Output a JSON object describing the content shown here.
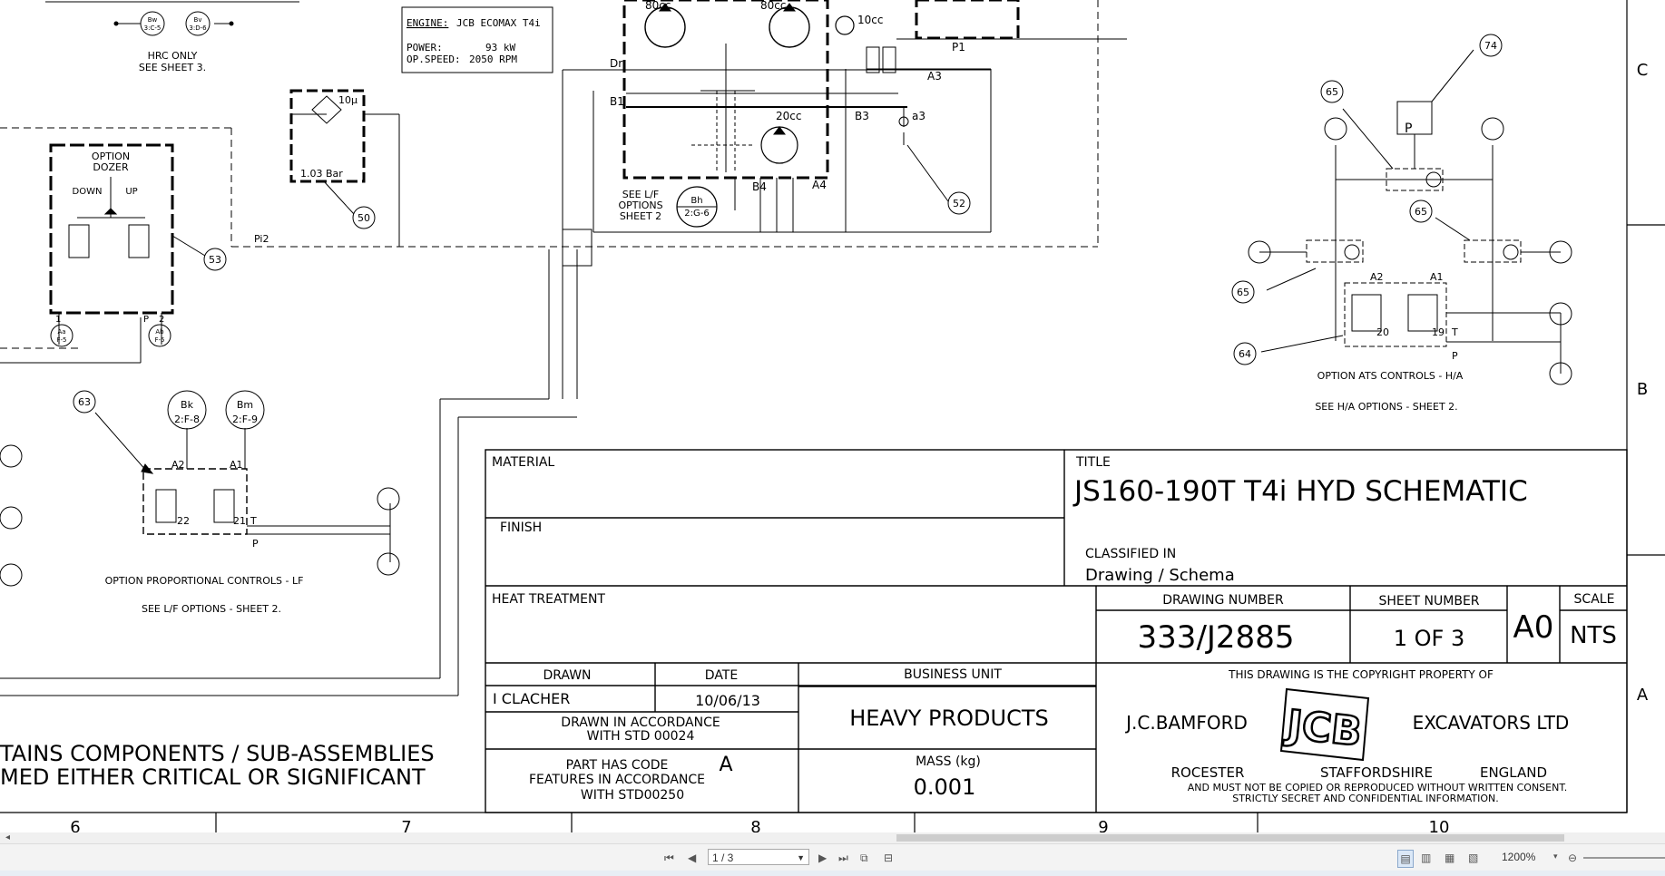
{
  "title_block": {
    "material_label": "MATERIAL",
    "finish_label": "FINISH",
    "heat_treatment_label": "HEAT TREATMENT",
    "title_label": "TITLE",
    "title_value": "JS160-190T T4i HYD SCHEMATIC",
    "classified_label": "CLASSIFIED IN",
    "classified_value": "Drawing / Schema",
    "drawing_number_label": "DRAWING NUMBER",
    "drawing_number": "333/J2885",
    "sheet_number_label": "SHEET NUMBER",
    "sheet_number": "1 OF 3",
    "size": "A0",
    "scale_label": "SCALE",
    "scale": "NTS",
    "drawn_label": "DRAWN",
    "drawn_by": "I CLACHER",
    "date_label": "DATE",
    "date": "10/06/13",
    "business_unit_label": "BUSINESS UNIT",
    "business_unit": "HEAVY PRODUCTS",
    "drawn_accordance_1": "DRAWN IN ACCORDANCE",
    "drawn_accordance_2": "WITH STD 00024",
    "part_code_1": "PART HAS CODE",
    "part_code_letter": "A",
    "part_code_2": "FEATURES IN ACCORDANCE",
    "part_code_3": "WITH STD00250",
    "mass_label": "MASS (kg)",
    "mass_value": "0.001",
    "copyright_1": "THIS DRAWING IS THE COPYRIGHT PROPERTY OF",
    "company_left": "J.C.BAMFORD",
    "company_right": "EXCAVATORS LTD",
    "logo_text": "JCB",
    "loc_1": "ROCESTER",
    "loc_2": "STAFFORDSHIRE",
    "loc_3": "ENGLAND",
    "copyright_2": "AND MUST NOT BE COPIED OR REPRODUCED WITHOUT WRITTEN CONSENT.",
    "copyright_3": "STRICTLY SECRET AND CONFIDENTIAL INFORMATION."
  },
  "notes": {
    "note_line1": "TAINS COMPONENTS / SUB-ASSEMBLIES",
    "note_line2": "MED EITHER CRITICAL OR SIGNIFICANT",
    "engine_label": "ENGINE:",
    "engine_value": "JCB ECOMAX T4i",
    "power_label": "POWER:",
    "power_value": "93 kW",
    "speed_label": "OP.SPEED:",
    "speed_value": "2050 RPM",
    "hrc_1": "HRC ONLY",
    "hrc_2": "SEE SHEET 3.",
    "dozer_1": "OPTION",
    "dozer_2": "DOZER",
    "down": "DOWN",
    "up": "UP",
    "filter_10": "10µ",
    "filter_bar": "1.03 Bar",
    "pi2": "Pi2",
    "see_lf_1": "SEE L/F",
    "see_lf_2": "OPTIONS",
    "see_lf_3": "SHEET 2",
    "prop_1": "OPTION PROPORTIONAL CONTROLS - LF",
    "prop_2": "SEE L/F OPTIONS - SHEET 2.",
    "ats_1": "OPTION ATS CONTROLS - H/A",
    "ats_2": "SEE H/A OPTIONS - SHEET 2.",
    "pump_1": "80cc",
    "pump_2": "80cc",
    "pump_3": "10cc",
    "pump_4": "20cc"
  },
  "balloons": {
    "b50": "50",
    "b52": "52",
    "b53": "53",
    "b63": "63",
    "b64": "64",
    "b65a": "65",
    "b65b": "65",
    "b65c": "65",
    "b74": "74"
  },
  "refs": {
    "bk_top": "Bk",
    "bk_bot": "2:F-8",
    "bm_top": "Bm",
    "bm_bot": "2:F-9",
    "bh_top": "Bh",
    "bh_bot": "2:G-6"
  },
  "ports": {
    "a1": "A1",
    "a2": "A2",
    "a3": "A3",
    "a3l": "a3",
    "a4": "A4",
    "b1": "B1",
    "b3": "B3",
    "b4": "B4",
    "dr": "Dr",
    "p1": "P1",
    "t": "T",
    "p": "P",
    "n22": "22",
    "n21": "21",
    "n20": "20",
    "n19": "19",
    "n1": "1",
    "n2": "2"
  },
  "grid": {
    "cols": [
      "6",
      "7",
      "8",
      "9",
      "10"
    ],
    "rows": [
      "C",
      "B",
      "A"
    ]
  },
  "viewer": {
    "page_value": "1 / 3",
    "zoom_value": "1200%"
  }
}
